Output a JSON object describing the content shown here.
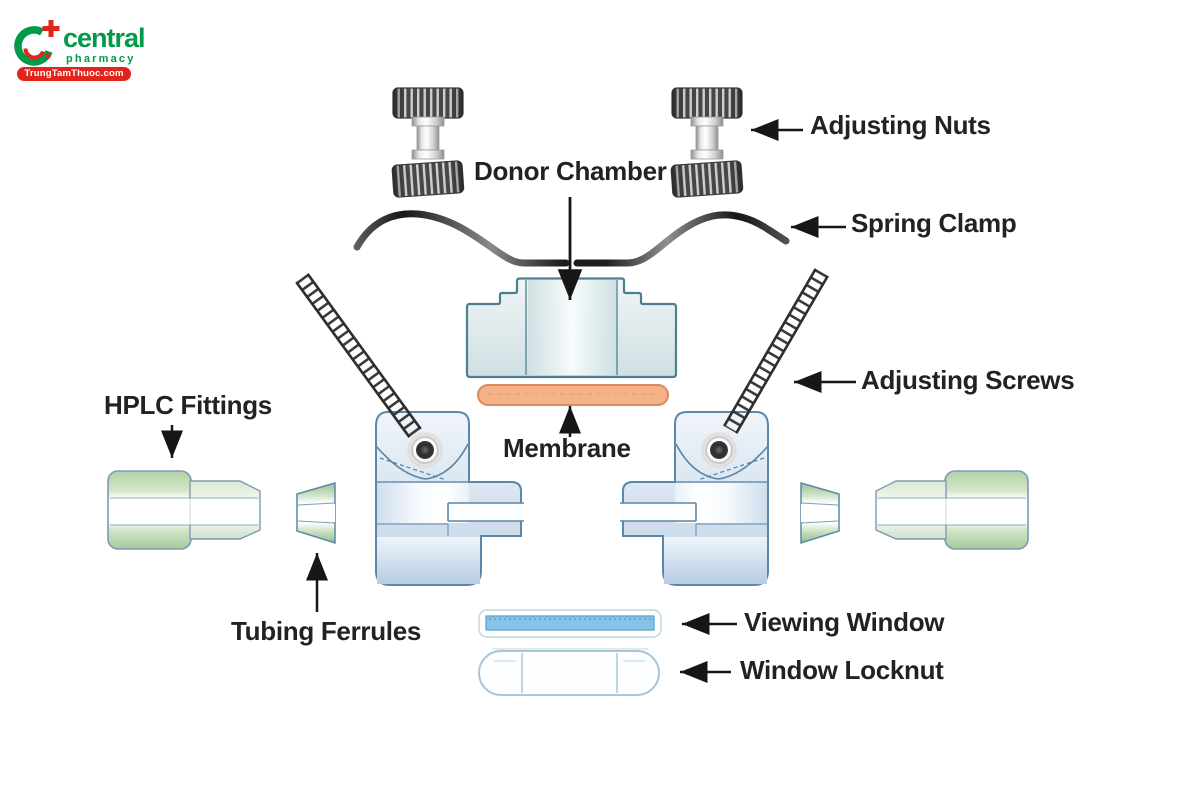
{
  "logo": {
    "brand": "central",
    "subtitle": "pharmacy",
    "badge": "TrungTamThuoc.com"
  },
  "diagram": {
    "labels": {
      "adjusting_nuts": "Adjusting Nuts",
      "donor_chamber": "Donor Chamber",
      "spring_clamp": "Spring Clamp",
      "adjusting_screws": "Adjusting Screws",
      "hplc_fittings": "HPLC Fittings",
      "membrane": "Membrane",
      "tubing_ferrules": "Tubing Ferrules",
      "viewing_window": "Viewing Window",
      "window_locknut": "Window Locknut"
    },
    "colors": {
      "label_text": "#222222",
      "arrow_black": "#161616",
      "membrane_fill": "#F4B289",
      "membrane_border": "#DB8A58",
      "cell_fill_light": "#F0F5FA",
      "cell_fill_dark": "#BFD2E5",
      "cell_outline": "#5B87A8",
      "chamber_outline": "#4D7F8E",
      "fitting_green": "#C7DFBC",
      "viewing_window_fill": "#85C4E8",
      "viewing_window_border": "#579FC9",
      "locknut_outline": "#A9C6D8",
      "nut_metal_dark": "#474747",
      "nut_metal_light": "#CFCFCF",
      "spring_clamp_black": "#1D1D1D",
      "logo_green": "#009A49",
      "logo_red": "#E1251B"
    }
  }
}
